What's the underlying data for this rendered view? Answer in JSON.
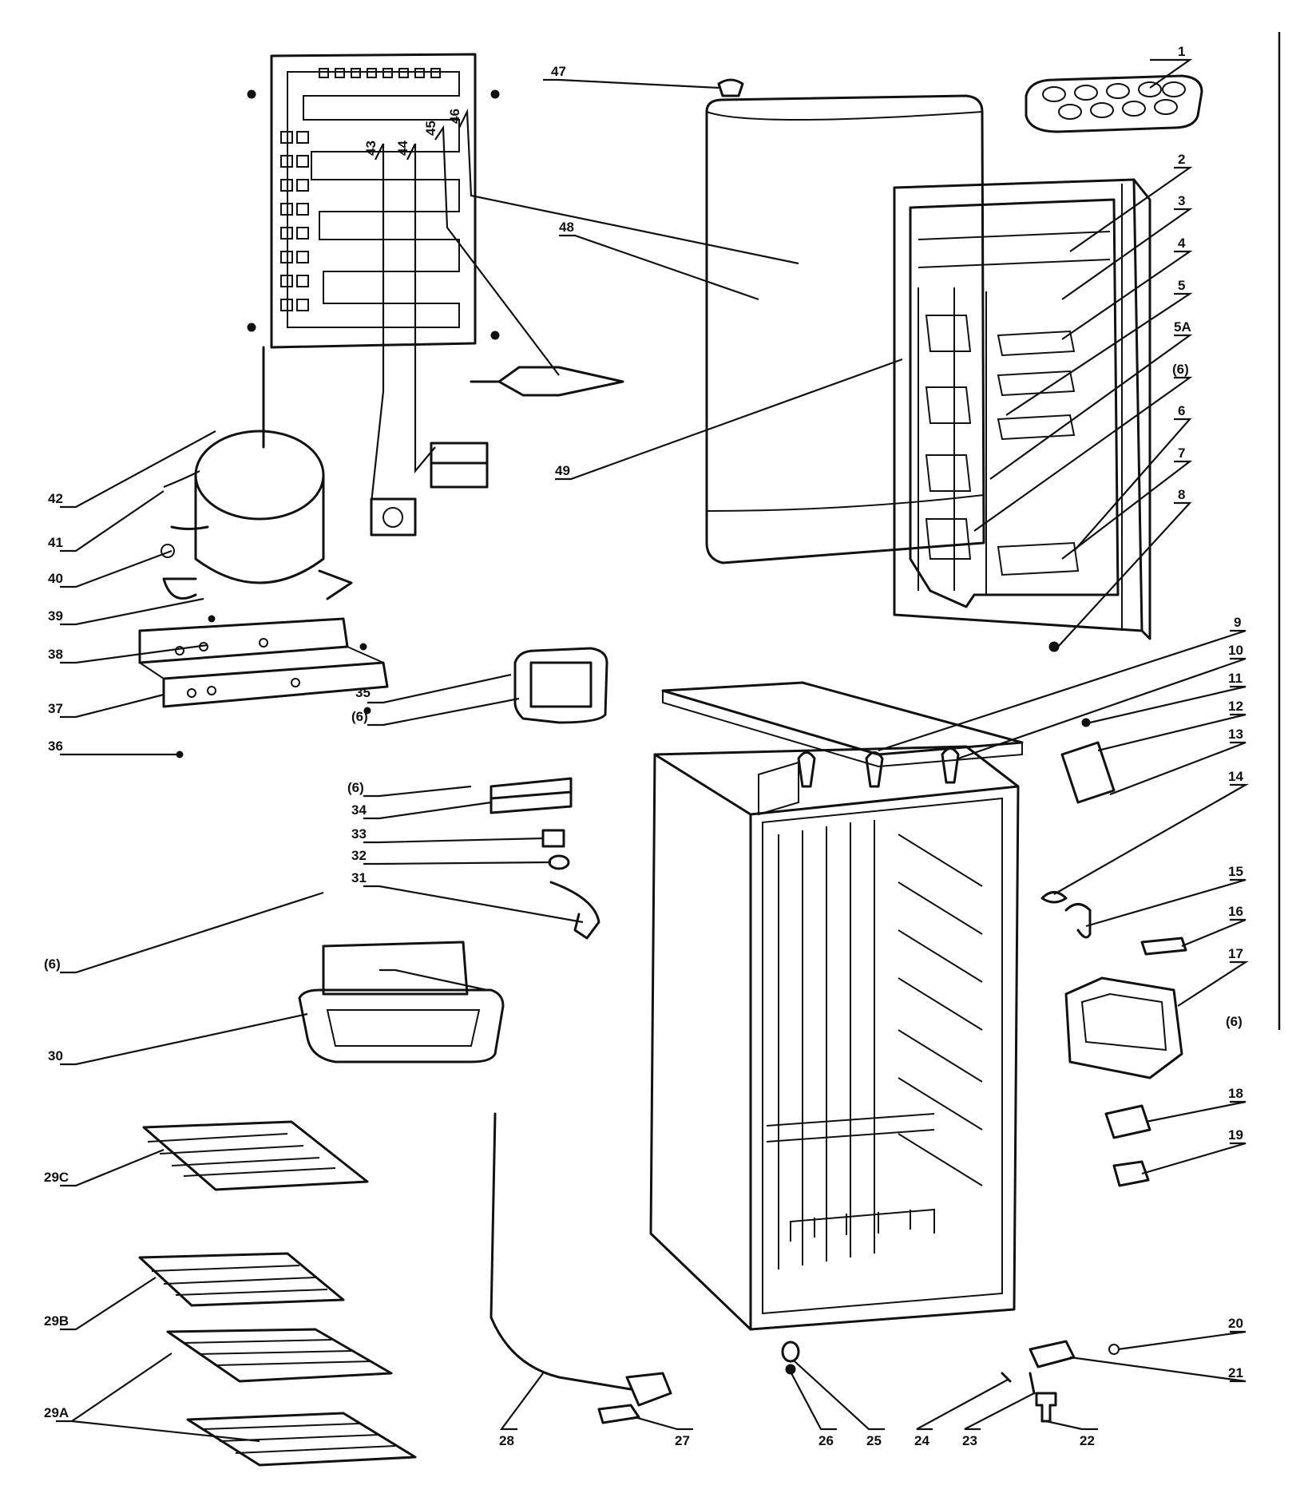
{
  "labels": [
    {
      "id": "1",
      "text": "1"
    },
    {
      "id": "2",
      "text": "2"
    },
    {
      "id": "3",
      "text": "3"
    },
    {
      "id": "4",
      "text": "4"
    },
    {
      "id": "5",
      "text": "5"
    },
    {
      "id": "5A",
      "text": "5A"
    },
    {
      "id": "6a",
      "text": "(6)"
    },
    {
      "id": "6",
      "text": "6"
    },
    {
      "id": "7",
      "text": "7"
    },
    {
      "id": "8",
      "text": "8"
    },
    {
      "id": "9",
      "text": "9"
    },
    {
      "id": "10",
      "text": "10"
    },
    {
      "id": "11",
      "text": "11"
    },
    {
      "id": "12",
      "text": "12"
    },
    {
      "id": "13",
      "text": "13"
    },
    {
      "id": "14",
      "text": "14"
    },
    {
      "id": "15",
      "text": "15"
    },
    {
      "id": "16",
      "text": "16"
    },
    {
      "id": "17",
      "text": "17"
    },
    {
      "id": "6b",
      "text": "(6)"
    },
    {
      "id": "18",
      "text": "18"
    },
    {
      "id": "19",
      "text": "19"
    },
    {
      "id": "20",
      "text": "20"
    },
    {
      "id": "21",
      "text": "21"
    },
    {
      "id": "22",
      "text": "22"
    },
    {
      "id": "23",
      "text": "23"
    },
    {
      "id": "24",
      "text": "24"
    },
    {
      "id": "25",
      "text": "25"
    },
    {
      "id": "26",
      "text": "26"
    },
    {
      "id": "27",
      "text": "27"
    },
    {
      "id": "28",
      "text": "28"
    },
    {
      "id": "29A",
      "text": "29A"
    },
    {
      "id": "29B",
      "text": "29B"
    },
    {
      "id": "29C",
      "text": "29C"
    },
    {
      "id": "30",
      "text": "30"
    },
    {
      "id": "6c",
      "text": "(6)"
    },
    {
      "id": "31",
      "text": "31"
    },
    {
      "id": "32",
      "text": "32"
    },
    {
      "id": "33",
      "text": "33"
    },
    {
      "id": "34",
      "text": "34"
    },
    {
      "id": "6d",
      "text": "(6)"
    },
    {
      "id": "35",
      "text": "35"
    },
    {
      "id": "6e",
      "text": "(6)"
    },
    {
      "id": "36",
      "text": "36"
    },
    {
      "id": "37",
      "text": "37"
    },
    {
      "id": "38",
      "text": "38"
    },
    {
      "id": "39",
      "text": "39"
    },
    {
      "id": "40",
      "text": "40"
    },
    {
      "id": "41",
      "text": "41"
    },
    {
      "id": "42",
      "text": "42"
    },
    {
      "id": "43",
      "text": "43"
    },
    {
      "id": "44",
      "text": "44"
    },
    {
      "id": "45",
      "text": "45"
    },
    {
      "id": "46",
      "text": "46"
    },
    {
      "id": "47",
      "text": "47"
    },
    {
      "id": "48",
      "text": "48"
    },
    {
      "id": "49",
      "text": "49"
    }
  ]
}
